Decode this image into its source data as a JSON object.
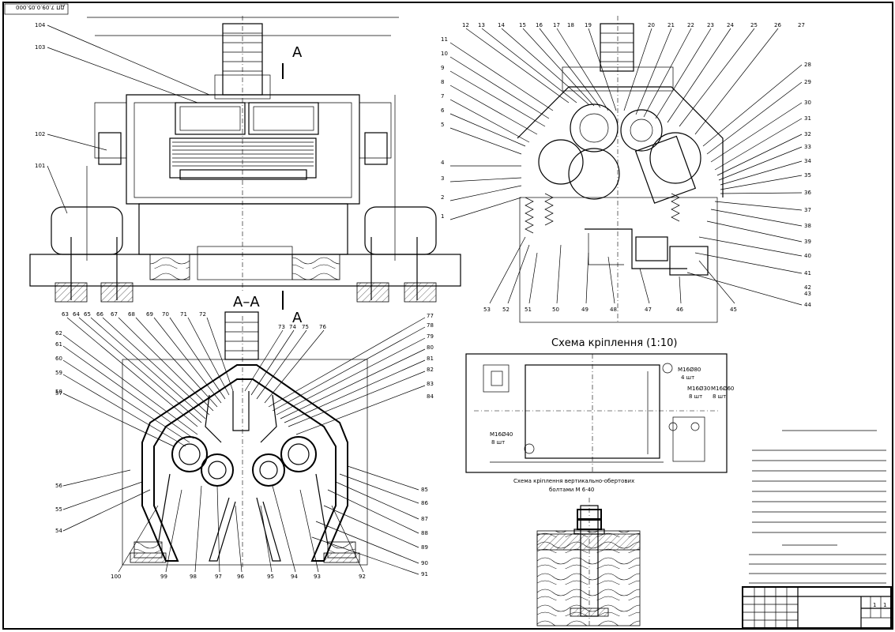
{
  "stamp": {
    "code": "ДП 7.09.0.05.000"
  },
  "front_view": {
    "labels": [
      "104",
      "103",
      "102",
      "101"
    ],
    "cut_label": "A"
  },
  "side_view": {
    "labels_top": [
      "12",
      "13",
      "14",
      "15",
      "16",
      "17",
      "18",
      "19",
      "20",
      "21",
      "22",
      "23",
      "24",
      "25",
      "26",
      "27"
    ],
    "labels_left": [
      "11",
      "10",
      "9",
      "8",
      "7",
      "6",
      "5",
      "4",
      "3",
      "2",
      "1"
    ],
    "labels_right": [
      "28",
      "29",
      "30",
      "31",
      "32",
      "33",
      "34",
      "35",
      "36",
      "37",
      "38",
      "39",
      "40",
      "41",
      "42",
      "43",
      "44"
    ],
    "labels_bottom": [
      "53",
      "52",
      "51",
      "50",
      "49",
      "48",
      "47",
      "46",
      "45"
    ]
  },
  "section_view": {
    "title": "А–А",
    "cut_label": "A",
    "labels_top": [
      "63",
      "64",
      "65",
      "66",
      "67",
      "68",
      "69",
      "70",
      "71",
      "72",
      "73",
      "74",
      "75",
      "76",
      "77",
      "78",
      "79",
      "80",
      "81",
      "82",
      "83",
      "84"
    ],
    "labels_left": [
      "62",
      "61",
      "60",
      "59",
      "58",
      "57",
      "56",
      "55",
      "54"
    ],
    "labels_right": [
      "85",
      "86",
      "87",
      "88",
      "89",
      "90",
      "91"
    ],
    "labels_bottom": [
      "100",
      "99",
      "98",
      "97",
      "96",
      "95",
      "94",
      "93",
      "92"
    ]
  },
  "mount_scheme": {
    "title": "Схема кріплення (1:10)",
    "caption_line1": "Схема кріплення вертикально-обертових",
    "caption_line2": "болтами М 6·40",
    "callout_1": "М16Ø80",
    "callout_1_qty": "4 шт",
    "callout_2": "М16Ø30",
    "callout_2_qty": "8 шт",
    "callout_3": "М16Ø60",
    "callout_3_qty": "8 шт",
    "callout_4": "М16Ø40",
    "callout_4_qty": "8 шт"
  },
  "title_block": {
    "sheet": "1",
    "sheets": "1"
  }
}
